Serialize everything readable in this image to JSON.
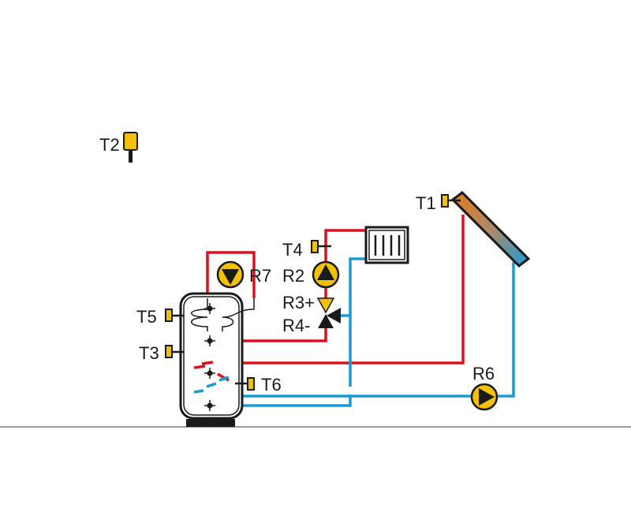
{
  "colors": {
    "hot": "#d9121f",
    "cold": "#1a9ad6",
    "outline": "#1a1a1a",
    "sensor": "#f2c200",
    "ground": "#9a9a9a",
    "collector_top": "#e07b1a",
    "collector_bottom": "#1a9ad6"
  },
  "sensors": {
    "t1": "T1",
    "t2": "T2",
    "t3": "T3",
    "t4": "T4",
    "t5": "T5",
    "t6": "T6"
  },
  "relays": {
    "r2": "R2",
    "r3": "R3+",
    "r4": "R4-",
    "r6": "R6",
    "r7": "R7"
  },
  "icons": [
    "sensor-icon",
    "pump-icon",
    "three-way-valve-icon",
    "radiator-icon",
    "solar-collector-icon",
    "storage-tank-icon"
  ]
}
